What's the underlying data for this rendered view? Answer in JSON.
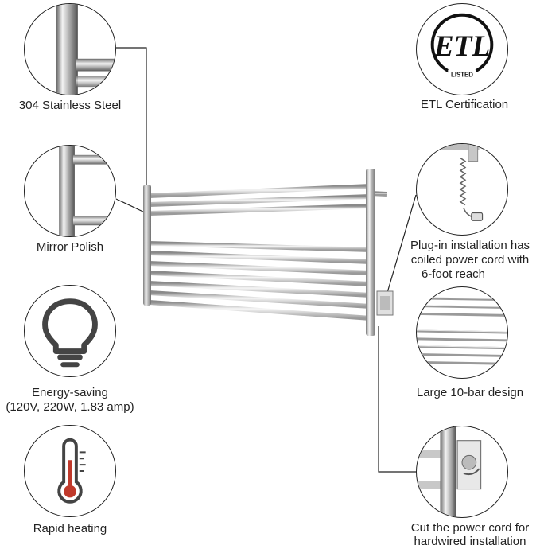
{
  "features": {
    "stainless": {
      "caption": "304 Stainless Steel",
      "icon": "steel-rod-icon"
    },
    "polish": {
      "caption": "Mirror Polish",
      "icon": "mirror-polish-icon"
    },
    "energy": {
      "caption_line1": "Energy-saving",
      "caption_line2": "(120V, 220W, 1.83 amp)",
      "icon": "light-bulb-icon"
    },
    "heating": {
      "caption": "Rapid heating",
      "icon": "thermometer-icon"
    },
    "etl": {
      "caption": "ETL Certification",
      "logo_text": "ETL",
      "logo_subtext": "LISTED",
      "icon": "etl-logo"
    },
    "plugin": {
      "caption_line1": "Plug-in installation has",
      "caption_line2": "coiled power cord with",
      "caption_line3": "6-foot reach",
      "icon": "coiled-cord-icon"
    },
    "bars": {
      "caption": "Large 10-bar design",
      "icon": "bars-icon"
    },
    "hardwire": {
      "caption_line1": "Cut the power cord for",
      "caption_line2": "hardwired installation",
      "icon": "wall-mount-icon"
    }
  },
  "product": {
    "name": "towel-warmer-rack",
    "bar_count": 10
  },
  "colors": {
    "outline": "#222222",
    "chrome_light": "#f2f2f2",
    "chrome_dark": "#8a8a8a"
  }
}
